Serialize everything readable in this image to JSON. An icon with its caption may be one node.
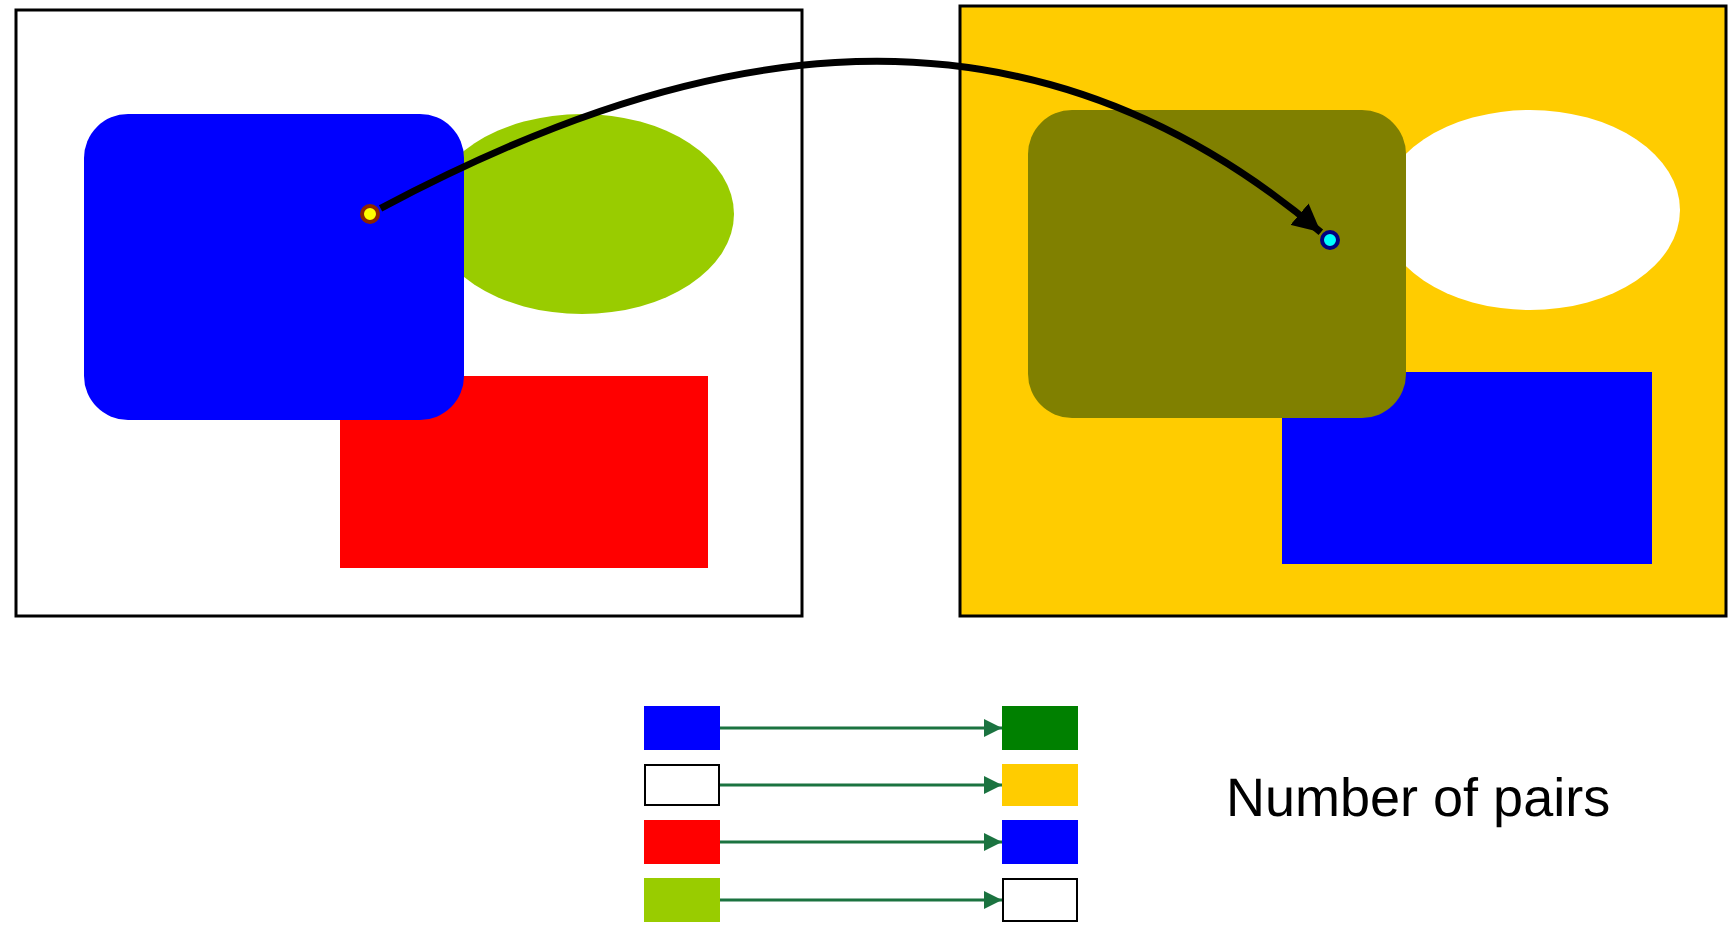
{
  "diagram": {
    "nodes": [
      {
        "text": [],
        "shape": "circle"
      },
      {
        "text": [],
        "shape": "circle"
      },
      {
        "text": [],
        "shape": "box"
      },
      {
        "text": [],
        "shape": "box"
      },
      {
        "text": [],
        "shape": "box"
      },
      {
        "text": [],
        "shape": "box"
      },
      {
        "text": [],
        "shape": "box"
      },
      {
        "text": [],
        "shape": "box"
      },
      {
        "text": [],
        "shape": "box"
      },
      {
        "text": [],
        "shape": "box"
      }
    ],
    "edges": [
      {
        "from": 0,
        "to": 1,
        "arrow": "to",
        "style": "thick",
        "color": "#000000"
      },
      {
        "from": 2,
        "to": 3,
        "arrow": "to"
      },
      {
        "from": 4,
        "to": 5,
        "arrow": "to"
      },
      {
        "from": 6,
        "to": 7,
        "arrow": "to"
      },
      {
        "from": 8,
        "to": 9,
        "arrow": "to"
      }
    ],
    "labels": [
      "Number of pairs"
    ]
  }
}
